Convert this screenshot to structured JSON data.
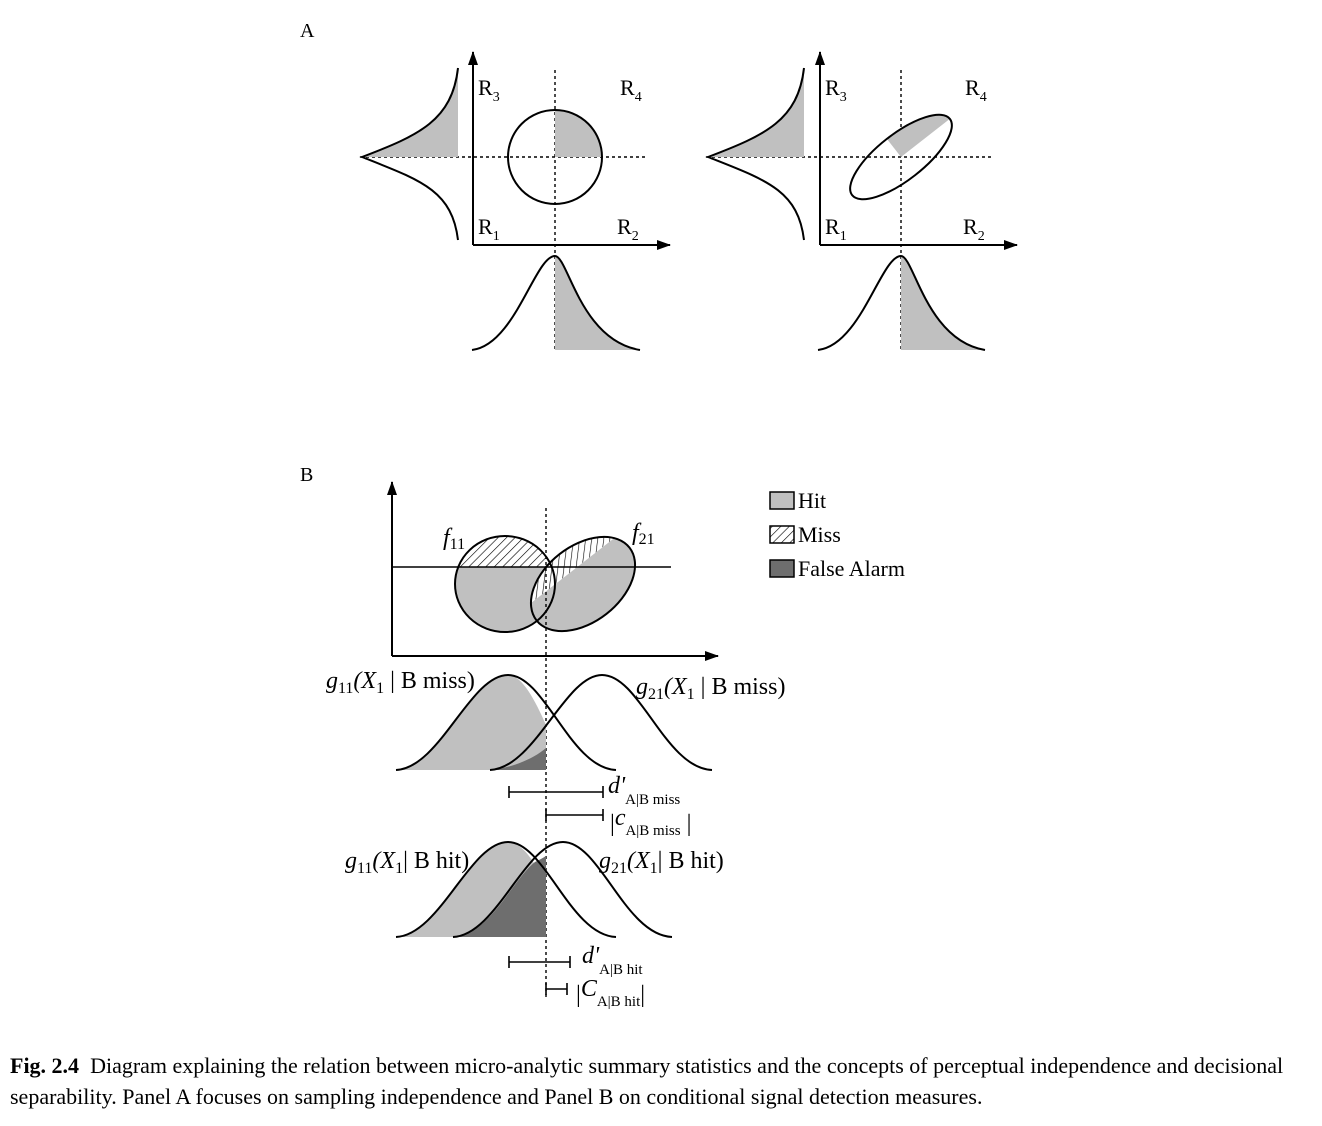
{
  "panel_a": {
    "label": "A",
    "regions": [
      "R",
      "1",
      "R",
      "2",
      "R",
      "3",
      "R",
      "4"
    ]
  },
  "panel_b": {
    "label": "B",
    "legend": {
      "hit": "Hit",
      "miss": "Miss",
      "false_alarm": "False Alarm"
    },
    "colors": {
      "hit": "#c0c0c0",
      "false_alarm": "#6e6e6e",
      "miss_hatch": "#000000"
    },
    "f11": {
      "base": "f",
      "sub": "11"
    },
    "f21": {
      "base": "f",
      "sub": "21"
    },
    "g11_miss": {
      "base": "g",
      "sub": "11",
      "mid": "(X",
      "sub1": "1",
      "tail": " | B miss)"
    },
    "g21_miss": {
      "base": "g",
      "sub": "21",
      "mid": "(X",
      "sub1": "1",
      "tail": " | B miss)"
    },
    "g11_hit": {
      "base": "g",
      "sub": "11",
      "mid": "(X",
      "sub1": "1",
      "tail": "| B hit)"
    },
    "g21_hit": {
      "base": "g",
      "sub": "21",
      "mid": "(X",
      "sub1": "1",
      "tail": "| B hit)"
    },
    "d_miss": {
      "base": "d'",
      "sub": "A|B miss"
    },
    "c_miss": {
      "open": "|",
      "base": "c",
      "sub": "A|B miss",
      "close": " |"
    },
    "d_hit": {
      "base": "d'",
      "sub": "A|B hit"
    },
    "c_hit": {
      "open": "|",
      "base": "C",
      "sub": "A|B hit",
      "close": "|"
    }
  },
  "caption": {
    "fig_label": "Fig. 2.4",
    "text": "  Diagram explaining the relation between micro-analytic summary statistics and the concepts of perceptual independence and decisional separability. Panel A focuses on sampling independence and Panel B on conditional signal detection measures."
  }
}
